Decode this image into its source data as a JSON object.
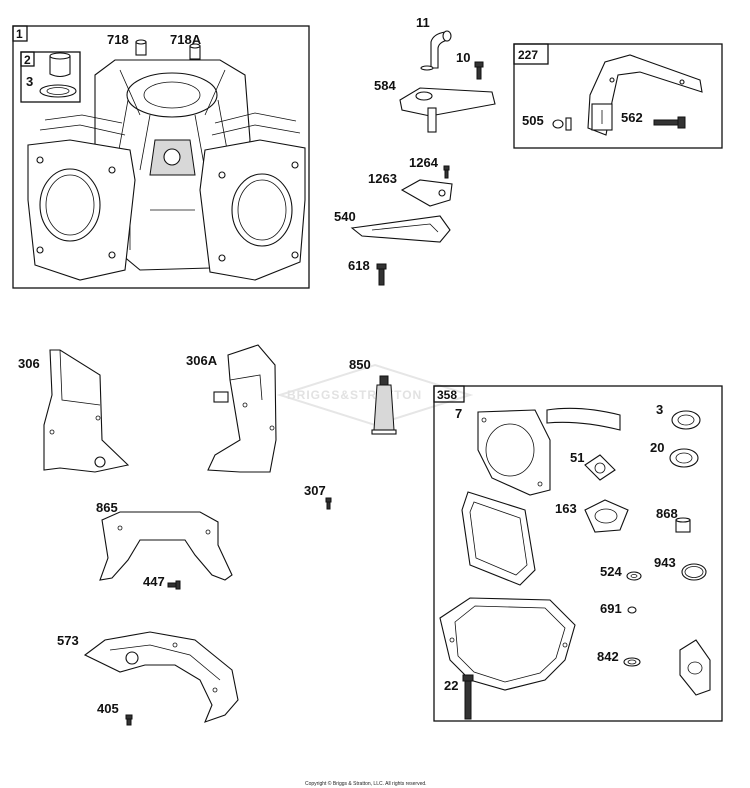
{
  "diagram": {
    "watermark": "BRIGGS&STRATTON",
    "copyright": "Copyright © Briggs & Stratton, LLC. All rights reserved.",
    "boxes": {
      "cylinder": "1",
      "kit": "2",
      "bracket": "227",
      "gasket_set": "358"
    },
    "parts": {
      "p718": "718",
      "p718a": "718A",
      "p3a": "3",
      "p11": "11",
      "p10": "10",
      "p584": "584",
      "p1264": "1264",
      "p1263": "1263",
      "p540": "540",
      "p618": "618",
      "p505": "505",
      "p562": "562",
      "p306": "306",
      "p306a": "306A",
      "p850": "850",
      "p307": "307",
      "p865": "865",
      "p447": "447",
      "p573": "573",
      "p405": "405",
      "p7": "7",
      "p3b": "3",
      "p20": "20",
      "p51": "51",
      "p163": "163",
      "p868": "868",
      "p524": "524",
      "p943": "943",
      "p691": "691",
      "p842": "842",
      "p22": "22"
    }
  }
}
